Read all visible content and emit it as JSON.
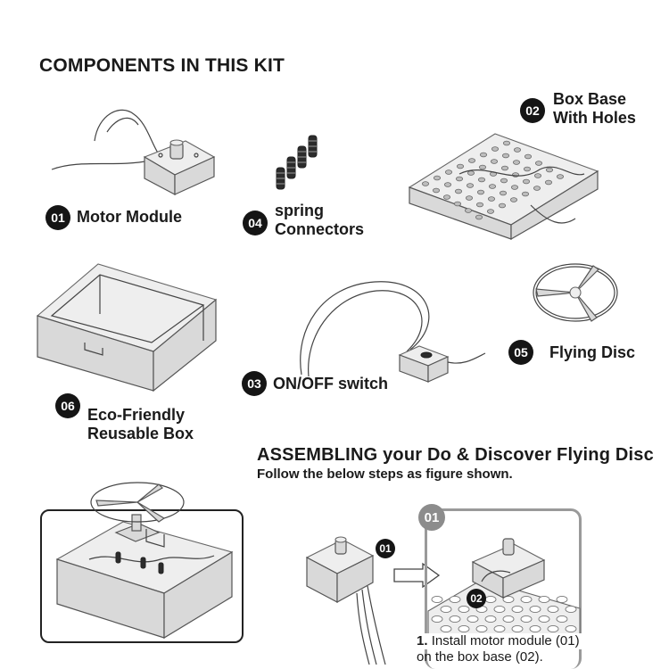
{
  "components": {
    "heading": "COMPONENTS IN THIS KIT",
    "items": [
      {
        "number": "01",
        "label": "Motor Module"
      },
      {
        "number": "02",
        "label_line1": "Box Base",
        "label_line2": "With Holes"
      },
      {
        "number": "03",
        "label": "ON/OFF switch"
      },
      {
        "number": "04",
        "label_line1": "spring",
        "label_line2": "Connectors"
      },
      {
        "number": "05",
        "label": "Flying Disc"
      },
      {
        "number": "06",
        "label_line1": "Eco-Friendly",
        "label_line2": "Reusable Box"
      }
    ]
  },
  "assembly": {
    "heading": "ASSEMBLING your Do & Discover Flying Disc",
    "subheading": "Follow the below steps as figure shown.",
    "step": {
      "badge": "01",
      "part_badge_motor": "01",
      "part_badge_base": "02",
      "caption_number": "1.",
      "caption_line1": "Install motor module (01)",
      "caption_line2": "on the box base (02)."
    }
  }
}
